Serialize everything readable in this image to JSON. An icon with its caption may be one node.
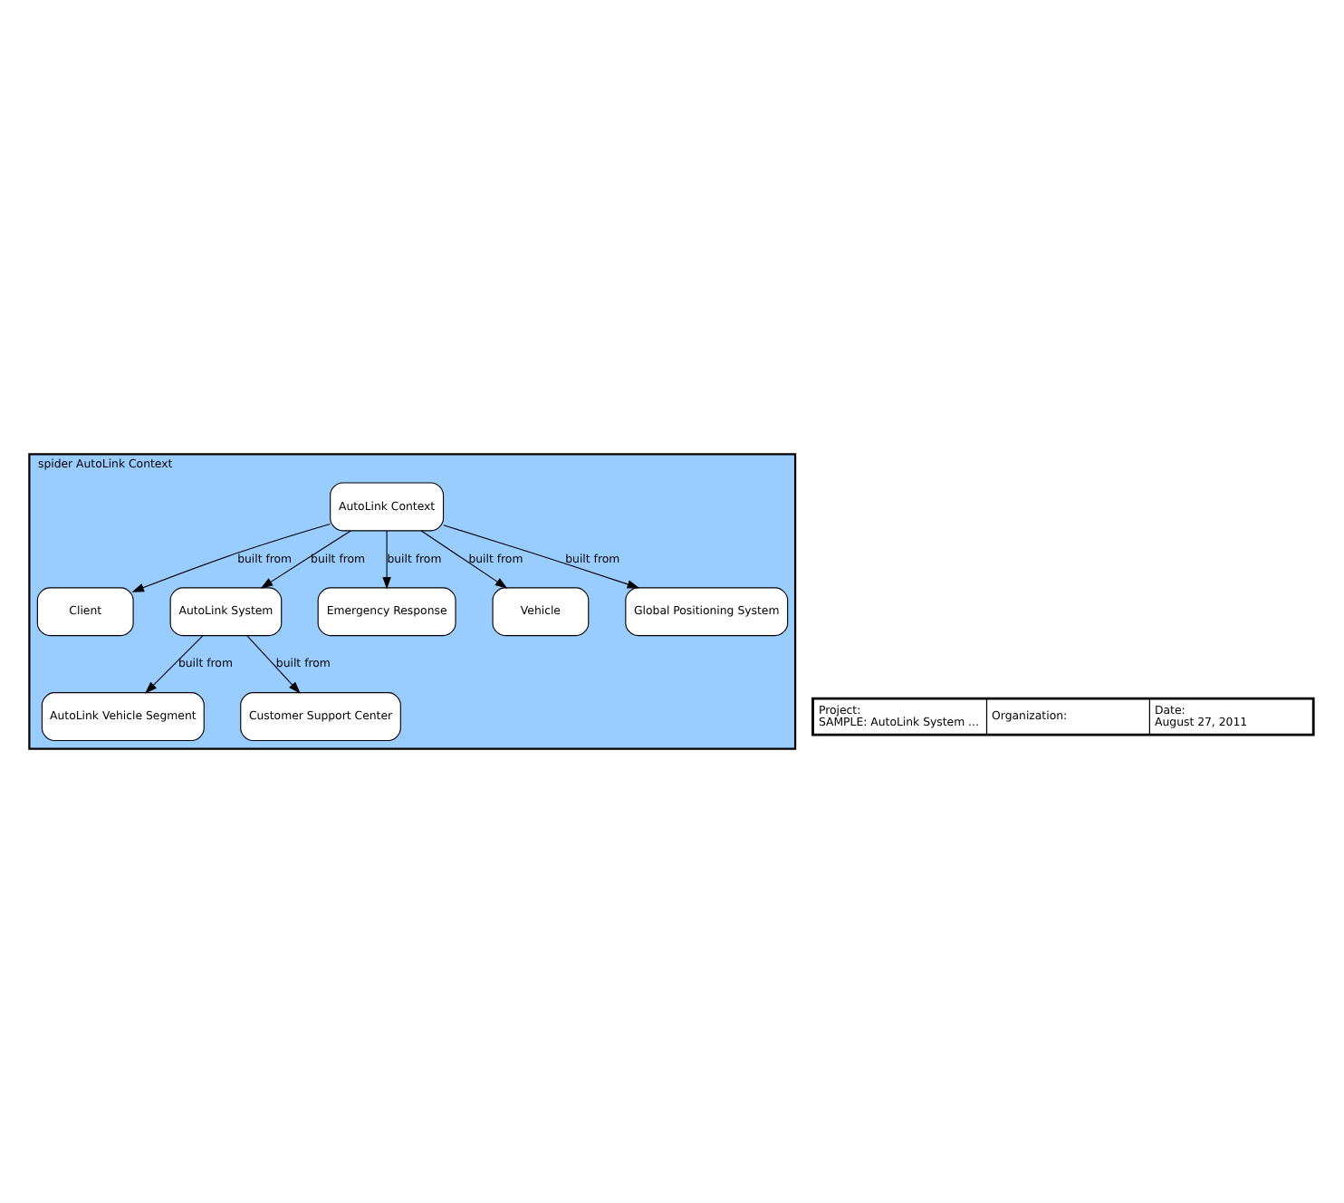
{
  "diagram": {
    "nodes": [
      {
        "text": [
          "spider AutoLink Context"
        ]
      },
      {
        "text": [
          "Client"
        ],
        "in": 0
      },
      {
        "text": [
          "AutoLink Vehicle Segment"
        ],
        "in": 0
      },
      {
        "text": [
          "AutoLink System"
        ],
        "in": 0
      },
      {
        "text": [
          "AutoLink Context"
        ],
        "in": 0
      },
      {
        "text": [
          "Emergency Response"
        ],
        "in": 0
      },
      {
        "text": [
          "Customer Support Center"
        ],
        "in": 0
      },
      {
        "text": [
          "Vehicle"
        ],
        "in": 0
      },
      {
        "text": [
          "Global Positioning System"
        ],
        "in": 0
      }
    ],
    "edges": [
      {
        "from": 4,
        "to": 1,
        "arrow": "to",
        "label": "built from"
      },
      {
        "from": 3,
        "to": 2,
        "arrow": "to",
        "label": "built from"
      },
      {
        "from": 4,
        "to": 3,
        "arrow": "to",
        "label": "built from"
      },
      {
        "from": 4,
        "to": 5,
        "arrow": "to",
        "label": "built from"
      },
      {
        "from": 3,
        "to": 6,
        "arrow": "to",
        "label": "built from"
      },
      {
        "from": 4,
        "to": 7,
        "arrow": "to",
        "label": "built from"
      },
      {
        "from": 4,
        "to": 8,
        "arrow": "to",
        "label": "built from"
      }
    ],
    "labels": [
      "Project:",
      "SAMPLE: AutoLink System ...",
      "Organization:",
      "Date:",
      "August 27, 2011"
    ]
  }
}
